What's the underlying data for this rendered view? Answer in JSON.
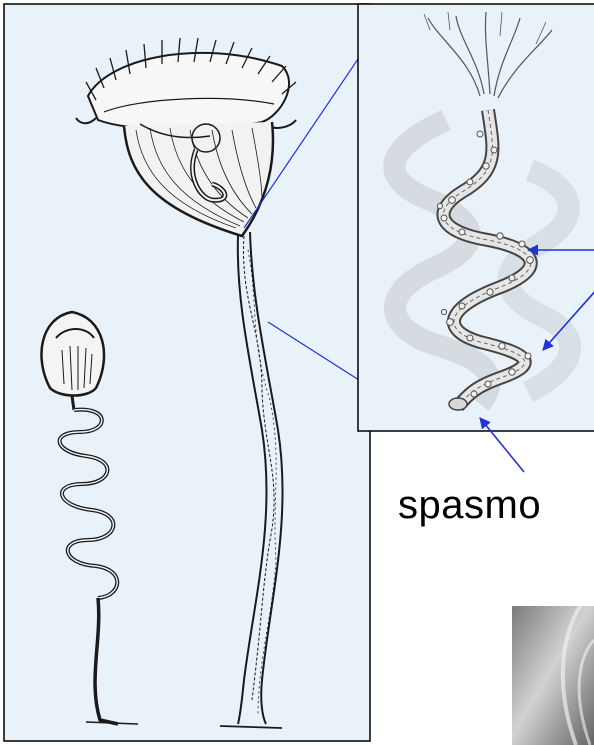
{
  "figure": {
    "caption_text": "spasmo",
    "panels": {
      "left_drawing": "vorticella-drawing-panel",
      "inset_drawing": "stalk-detail-inset",
      "photo": "micrograph-photo-partial"
    },
    "colors": {
      "panel_bg": "#e9f1f9",
      "pointer_line": "#1f33d6",
      "panel_border": "#000000",
      "ink": "#1a1a1a",
      "photo_light": "#c9c9c9",
      "photo_dark": "#6b6b6b"
    }
  }
}
